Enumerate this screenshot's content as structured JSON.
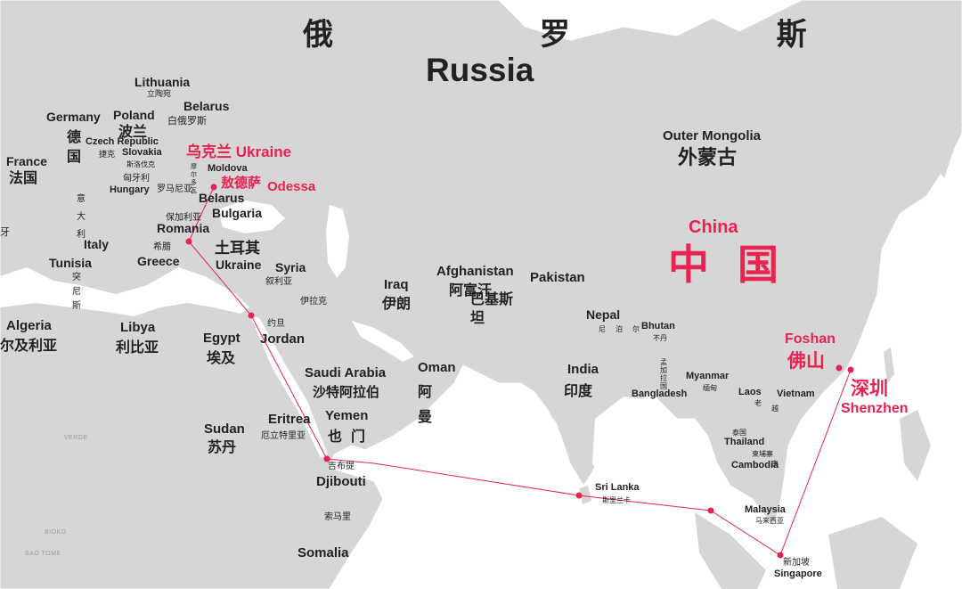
{
  "colors": {
    "land": "#d6d6d6",
    "sea": "#ffffff",
    "border": "#ffffff",
    "route": "#e8234f",
    "text": "#222222",
    "accent": "#e8234f"
  },
  "countries": {
    "russia_zh": "俄 罗 斯",
    "russia_en": "Russia",
    "lithuania_en": "Lithuania",
    "lithuania_zh": "立陶宛",
    "belarus_en": "Belarus",
    "belarus_zh": "白俄罗斯",
    "germany_en": "Germany",
    "germany_zh": "德国",
    "poland_en": "Poland",
    "poland_zh": "波兰",
    "czech_en": "Czech Republic",
    "czech_zh": "捷克",
    "slovakia_en": "Slovakia",
    "slovakia_zh": "斯洛伐克",
    "france_en": "France",
    "france_zh": "法国",
    "spain_zh": "牙",
    "hungary_en": "Hungary",
    "hungary_zh": "匈牙利",
    "romania_zh": "罗马尼亚",
    "romania_en": "Romania",
    "moldova_en": "Moldova",
    "moldova_zh": "摩尔多瓦",
    "belarus2_en": "Belarus",
    "bulgaria_en": "Bulgaria",
    "bulgaria_zh": "保加利亚",
    "italy_en": "Italy",
    "italy_zh": "意大利",
    "tunisia_en": "Tunisia",
    "tunisia_zh": "突尼斯",
    "greece_en": "Greece",
    "greece_zh": "希腊",
    "turkey_zh": "土耳其",
    "turkey_en": "Ukraine",
    "syria_en": "Syria",
    "syria_zh": "叙利亚",
    "algeria_en": "Algeria",
    "algeria_zh": "尔及利亚",
    "libya_en": "Libya",
    "libya_zh": "利比亚",
    "egypt_en": "Egypt",
    "egypt_zh": "埃及",
    "jordan_zh": "约旦",
    "jordan_en": "Jordan",
    "iraq_en": "Iraq",
    "iraq_zh": "伊朗",
    "iraq2_zh": "伊拉克",
    "afghanistan_en": "Afghanistan",
    "afghanistan_zh": "阿富汗",
    "pakistan_en": "Pakistan",
    "pakistan_zh": "巴基斯坦",
    "saudi_en": "Saudi Arabia",
    "saudi_zh": "沙特阿拉伯",
    "oman_en": "Oman",
    "oman_zh": "阿曼",
    "yemen_en": "Yemen",
    "yemen_zh": "也门",
    "eritrea_en": "Eritrea",
    "eritrea_zh": "厄立特里亚",
    "sudan_en": "Sudan",
    "sudan_zh": "苏丹",
    "djibouti_zh": "吉布提",
    "djibouti_en": "Djibouti",
    "somalia_zh": "索马里",
    "somalia_en": "Somalia",
    "india_en": "India",
    "india_zh": "印度",
    "nepal_en": "Nepal",
    "nepal_zh": "尼泊尔",
    "bhutan_en": "Bhutan",
    "bhutan_zh": "不丹",
    "bangladesh_en": "Bangladesh",
    "bangladesh_zh": "孟加拉国",
    "myanmar_en": "Myanmar",
    "myanmar_zh": "缅甸",
    "laos_en": "Laos",
    "laos_zh": "老",
    "vietnam_en": "Vietnam",
    "vietnam_zh": "越南",
    "thailand_en": "Thailand",
    "thailand_zh": "泰国",
    "cambodia_en": "Cambodia",
    "cambodia_zh": "柬埔寨",
    "malaysia_en": "Malaysia",
    "malaysia_zh": "马来西亚",
    "singapore_zh": "新加坡",
    "singapore_en": "Singapore",
    "srilanka_en": "Sri Lanka",
    "srilanka_zh": "斯里兰卡",
    "mongolia_en": "Outer Mongolia",
    "mongolia_zh": "外蒙古",
    "china_en": "China",
    "china_zh": "中 国"
  },
  "highlights": {
    "ukraine": "乌克兰 Ukraine",
    "odessa_zh": "敖德萨",
    "odessa_en": "Odessa",
    "foshan_en": "Foshan",
    "foshan_zh": "佛山",
    "shenzhen_zh": "深圳",
    "shenzhen_en": "Shenzhen"
  },
  "ghost_labels": [
    "VERDE",
    "BIOKO",
    "SAO TOME"
  ]
}
